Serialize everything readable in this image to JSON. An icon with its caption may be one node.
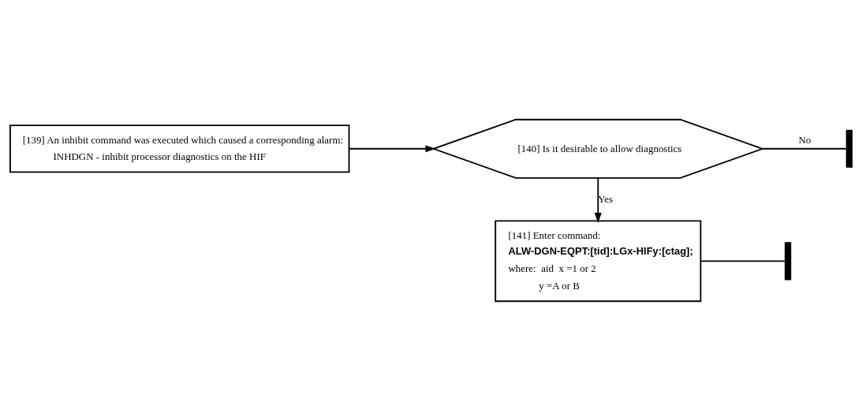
{
  "diagram": {
    "nodes": [
      {
        "text": [
          "[139] An inhibit command was executed which caused a corresponding alarm:",
          "INHDGN - inhibit processor diagnostics on the HIF"
        ]
      },
      {
        "text": [
          "[140] Is it desirable to allow diagnostics"
        ]
      },
      {
        "text": [],
        "shape": "bar"
      },
      {
        "text": [
          "[141] Enter command:",
          "ALW-DGN-EQPT:[tid]:LGx-HIFy:[ctag];",
          "where:  aid  x =1 or 2",
          "y =A or B"
        ]
      },
      {
        "text": [],
        "shape": "bar"
      }
    ],
    "edges": [
      {
        "from": 0,
        "to": 1,
        "arrow": "to"
      },
      {
        "from": 1,
        "to": 2,
        "arrow": "none",
        "label": "No"
      },
      {
        "from": 1,
        "to": 3,
        "arrow": "to",
        "label": "Yes"
      },
      {
        "from": 3,
        "to": 4,
        "arrow": "none"
      }
    ]
  }
}
